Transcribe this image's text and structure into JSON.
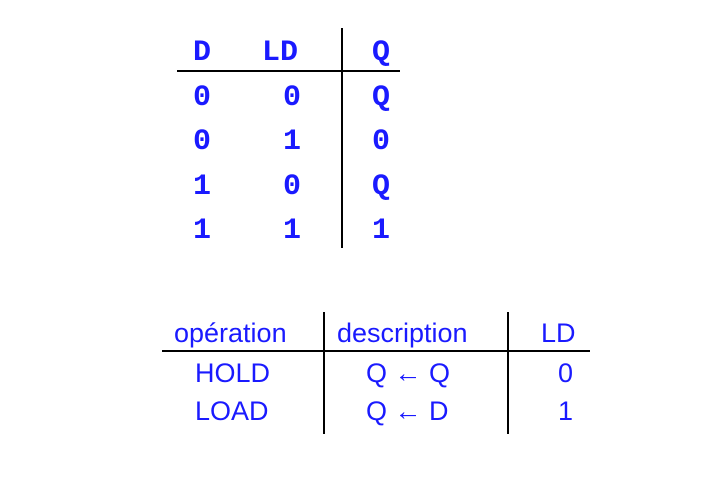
{
  "truth_table": {
    "headers": {
      "d": "D",
      "ld": "LD",
      "q": "Q"
    },
    "rows": [
      {
        "d": "0",
        "ld": "0",
        "q": "Q"
      },
      {
        "d": "0",
        "ld": "1",
        "q": "0"
      },
      {
        "d": "1",
        "ld": "0",
        "q": "Q"
      },
      {
        "d": "1",
        "ld": "1",
        "q": "1"
      }
    ],
    "q_overlined_rows": [],
    "color": "#1a1aff"
  },
  "operation_table": {
    "headers": {
      "operation": "opération",
      "description": "description",
      "ld": "LD"
    },
    "rows": [
      {
        "operation": "HOLD",
        "description": "Q ← Q",
        "ld": "0"
      },
      {
        "operation": "LOAD",
        "description": "Q ← D",
        "ld": "1"
      }
    ],
    "color": "#1a1aff"
  }
}
